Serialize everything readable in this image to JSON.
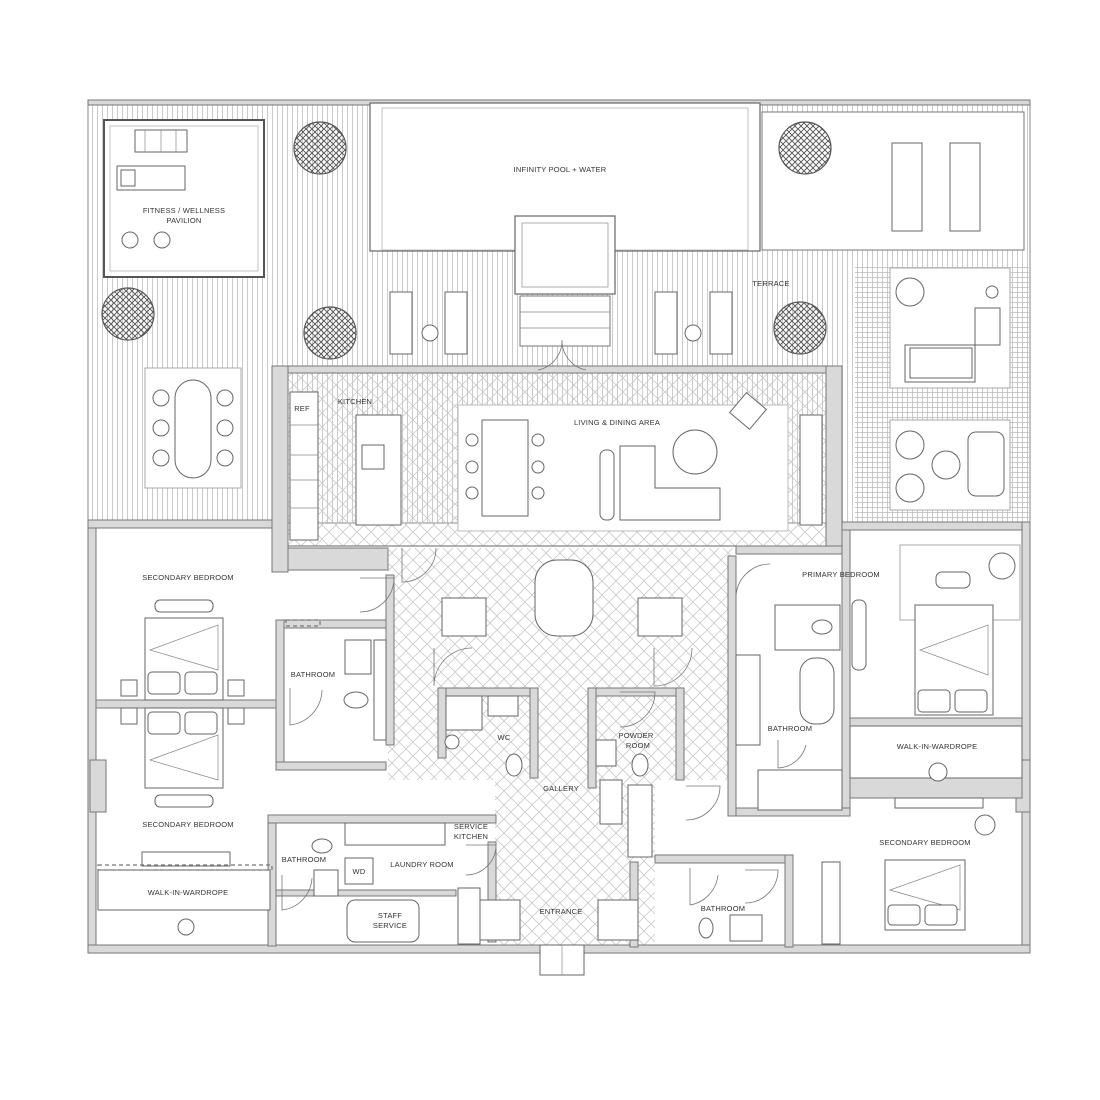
{
  "rooms": {
    "fitness": [
      "FITNESS / WELLNESS",
      "PAVILION"
    ],
    "pool": "INFINITY POOL + WATER",
    "terrace": "TERRACE",
    "ref": "REF",
    "kitchen": "KITCHEN",
    "living": "LIVING & DINING AREA",
    "secondary_bedroom_1": "SECONDARY BEDROOM",
    "secondary_bedroom_2": "SECONDARY BEDROOM",
    "secondary_bedroom_3": "SECONDARY BEDROOM",
    "primary_bedroom": "PRIMARY BEDROOM",
    "bathroom_west": "BATHROOM",
    "bathroom_staff": "BATHROOM",
    "bathroom_primary": "BATHROOM",
    "bathroom_south": "BATHROOM",
    "wc": "WC",
    "powder_room": [
      "POWDER",
      "ROOM"
    ],
    "gallery": "GALLERY",
    "service_kitchen": [
      "SERVICE",
      "KITCHEN"
    ],
    "laundry": "LAUNDRY ROOM",
    "wd": "WD",
    "staff_service": [
      "STAFF",
      "SERVICE"
    ],
    "entrance": "ENTRANCE",
    "walk_in_wardrobe_west": "WALK-IN-WARDROPE",
    "walk_in_wardrobe_east": "WALK-IN-WARDROPE"
  }
}
